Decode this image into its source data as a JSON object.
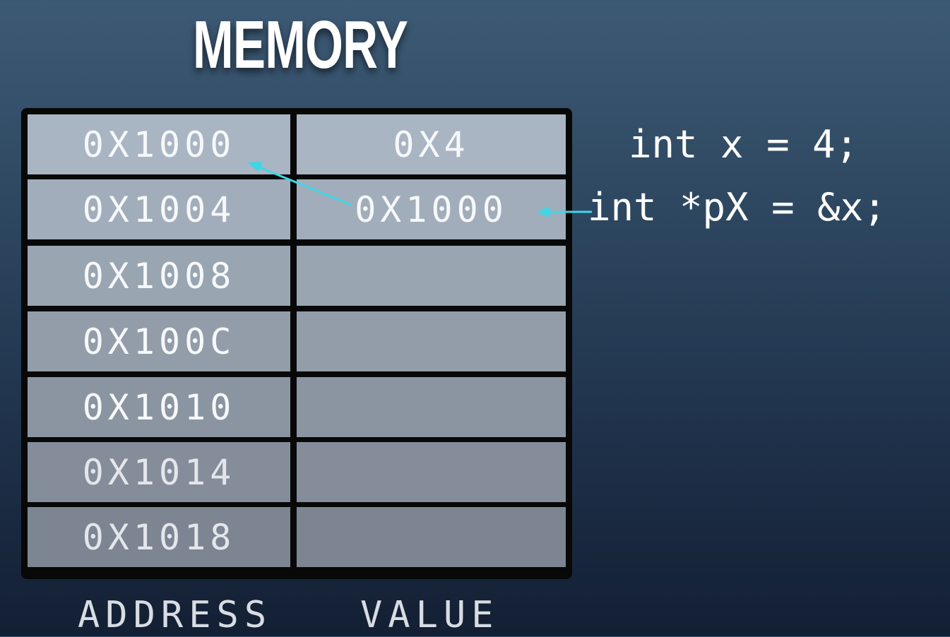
{
  "title": "MEMORY",
  "rows": [
    {
      "address": "0X1000",
      "value": "0X4"
    },
    {
      "address": "0X1004",
      "value": "0X1000"
    },
    {
      "address": "0X1008",
      "value": ""
    },
    {
      "address": "0X100C",
      "value": ""
    },
    {
      "address": "0X1010",
      "value": ""
    },
    {
      "address": "0X1014",
      "value": ""
    },
    {
      "address": "0X1018",
      "value": ""
    }
  ],
  "code": {
    "line1": "int x = 4;",
    "line2": "int *pX = &x;"
  },
  "labels": {
    "address": "ADDRESS",
    "value": "VALUE"
  },
  "colors": {
    "arrow": "#3fd6e6",
    "cell_top": "#a9b5c3",
    "cell_bottom": "#7c8591"
  }
}
